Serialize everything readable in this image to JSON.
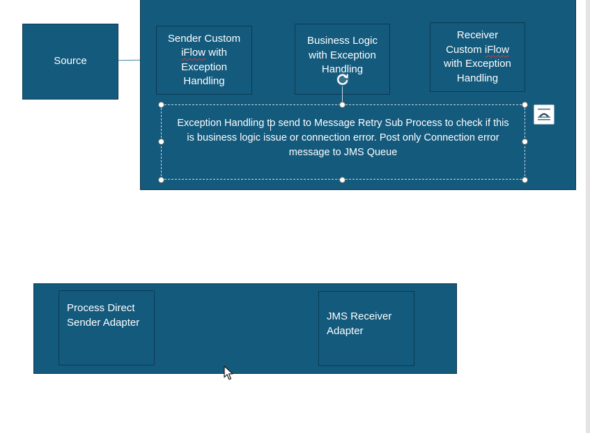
{
  "colors": {
    "shape_fill": "#135a7d",
    "shape_border": "#0c3a51",
    "text": "#ffffff",
    "spelling_underline": "#d23a3a",
    "background": "#ffffff"
  },
  "diagram": {
    "source_box": {
      "label": "Source"
    },
    "integration_container": {
      "boxes": {
        "sender": {
          "line1": "Sender Custom",
          "line2_word": "iFlow",
          "line2_rest": " with",
          "line3": "Exception",
          "line4": "Handling"
        },
        "business": {
          "line1": "Business Logic",
          "line2": "with Exception",
          "line3": "Handling"
        },
        "receiver": {
          "line1": "Receiver",
          "line2_prefix": "Custom ",
          "line2_word": "iFlow",
          "line3": "with Exception",
          "line4": "Handling"
        }
      },
      "exception_textbox": {
        "line1": "Exception Handling to send to Message Retry Sub Process to check if this",
        "line2": "is business logic issue or connection error. Post only Connection error",
        "line3": "message to JMS Queue"
      }
    },
    "adapters_container": {
      "process_direct": {
        "line1": "Process Direct",
        "line2": "Sender Adapter"
      },
      "jms_receiver": {
        "line1": "JMS Receiver",
        "line2": "Adapter"
      }
    }
  },
  "icons": {
    "rotate_handle": "rotate-icon",
    "layout_options": "layout-options-icon",
    "cursor": "mouse-pointer-icon"
  }
}
